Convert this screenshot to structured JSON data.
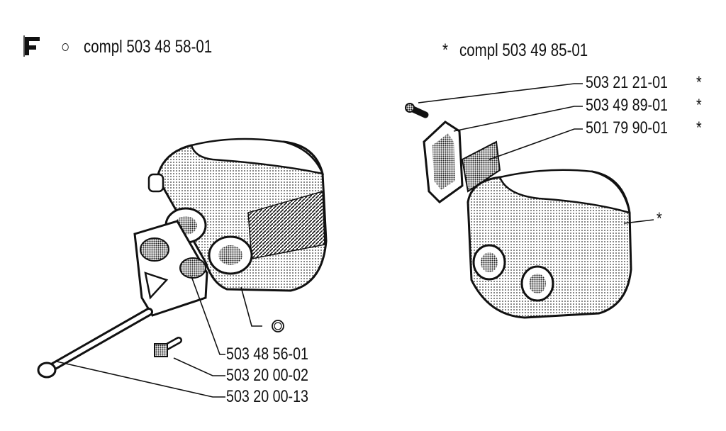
{
  "header": {
    "section_icon": "f-letter-icon",
    "left_symbol": "○",
    "left_title": "compl 503 48 58-01",
    "right_symbol": "*",
    "right_title": "compl 503 49 85-01"
  },
  "left_assembly": {
    "labels": [
      {
        "id": "gasket",
        "text": "503 48 56-01"
      },
      {
        "id": "screw",
        "text": "503 20 00-02"
      },
      {
        "id": "bolt",
        "text": "503 20 00-13"
      }
    ],
    "muffler_marker": "○"
  },
  "right_assembly": {
    "labels": [
      {
        "id": "screw",
        "text": "503 21 21-01",
        "marker": "*"
      },
      {
        "id": "plate",
        "text": "503 49 89-01",
        "marker": "*"
      },
      {
        "id": "screen",
        "text": "501 79 90-01",
        "marker": "*"
      }
    ],
    "muffler_marker": "*"
  }
}
